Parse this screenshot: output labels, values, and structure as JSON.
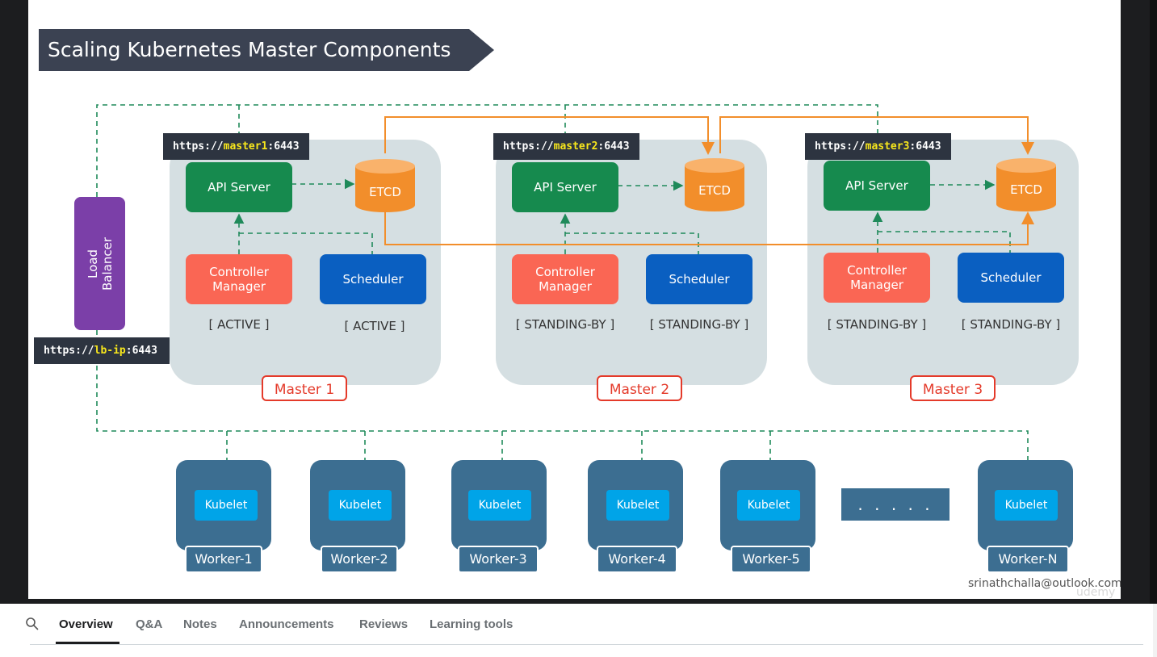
{
  "slide": {
    "title": "Scaling Kubernetes Master Components",
    "masters": [
      {
        "label": "Master 1",
        "url_prefix": "https://",
        "url_host": "master1",
        "url_port": ":6443",
        "api_server": "API Server",
        "etcd": "ETCD",
        "controller_line1": "Controller",
        "controller_line2": "Manager",
        "scheduler": "Scheduler",
        "controller_state": "[ ACTIVE ]",
        "scheduler_state": "[ ACTIVE ]"
      },
      {
        "label": "Master 2",
        "url_prefix": "https://",
        "url_host": "master2",
        "url_port": ":6443",
        "api_server": "API Server",
        "etcd": "ETCD",
        "controller_line1": "Controller",
        "controller_line2": "Manager",
        "scheduler": "Scheduler",
        "controller_state": "[ STANDING-BY ]",
        "scheduler_state": "[ STANDING-BY ]"
      },
      {
        "label": "Master 3",
        "url_prefix": "https://",
        "url_host": "master3",
        "url_port": ":6443",
        "api_server": "API Server",
        "etcd": "ETCD",
        "controller_line1": "Controller",
        "controller_line2": "Manager",
        "scheduler": "Scheduler",
        "controller_state": "[ STANDING-BY ]",
        "scheduler_state": "[ STANDING-BY ]"
      }
    ],
    "load_balancer": {
      "line1": "Load",
      "line2": "Balancer",
      "url_prefix": "https://",
      "url_host": "lb-ip",
      "url_port": ":6443"
    },
    "workers": [
      {
        "kubelet": "Kubelet",
        "label": "Worker-1"
      },
      {
        "kubelet": "Kubelet",
        "label": "Worker-2"
      },
      {
        "kubelet": "Kubelet",
        "label": "Worker-3"
      },
      {
        "kubelet": "Kubelet",
        "label": "Worker-4"
      },
      {
        "kubelet": "Kubelet",
        "label": "Worker-5"
      },
      {
        "kubelet": "Kubelet",
        "label": "Worker-N"
      }
    ],
    "ellipsis": ". . . . .",
    "credit": "srinathchalla@outlook.com",
    "watermark": "udemy"
  },
  "tabs": {
    "search_icon": "search-icon",
    "items": [
      "Overview",
      "Q&A",
      "Notes",
      "Announcements",
      "Reviews",
      "Learning tools"
    ],
    "active": "Overview"
  },
  "colors": {
    "api_server": "#168a4e",
    "etcd": "#f28e2b",
    "controller_manager": "#fa6654",
    "scheduler": "#0a5fc1",
    "load_balancer": "#7b3fa8",
    "worker": "#3c6e91",
    "kubelet": "#00a4e8",
    "master_label": "#e43a2a",
    "dashed_lines": "#1f8a5a"
  }
}
